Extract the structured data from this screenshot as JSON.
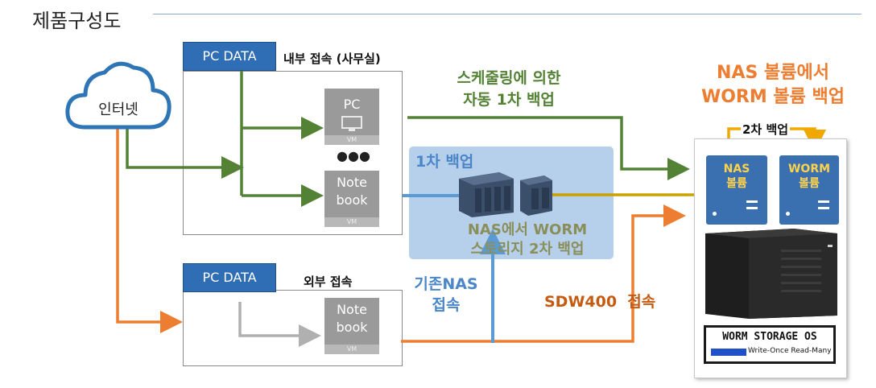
{
  "title": "제품구성도",
  "internet": {
    "label": "인터넷"
  },
  "pc_data_tag": "PC DATA",
  "internal": {
    "label": "내부 접속 (사무실)",
    "devices": [
      {
        "label": "PC",
        "sub": "VM"
      },
      {
        "label": "Note\nbook",
        "sub": "VM"
      }
    ],
    "dots": "●●●"
  },
  "external": {
    "label": "외부 접속",
    "devices": [
      {
        "label": "Note\nbook",
        "sub": "VM"
      }
    ]
  },
  "schedule_label": "스케줄링에 의한\n자동 1차 백업",
  "backup1_label": "1차 백업",
  "nas_worm_label": "NAS에서 WORM\n스토리지 2차 백업",
  "existing_nas_label": "기존NAS\n접속",
  "sdw_label": "SDW400  접속",
  "nas_to_worm_label": "NAS 볼륨에서\nWORM 볼륨 백업",
  "backup2_label": "2차 백업",
  "nas_volume_label": "NAS\n볼륨",
  "worm_volume_label": "WORM\n볼륨",
  "os_label": "WORM STORAGE OS",
  "os_sub": "Write-Once Read-Many",
  "colors": {
    "green": "#548235",
    "orange": "#ed7d31",
    "blue": "#5b9bd5",
    "olive": "#b8960a",
    "gray": "#b0b0b0",
    "tag": "#2f6db5"
  }
}
